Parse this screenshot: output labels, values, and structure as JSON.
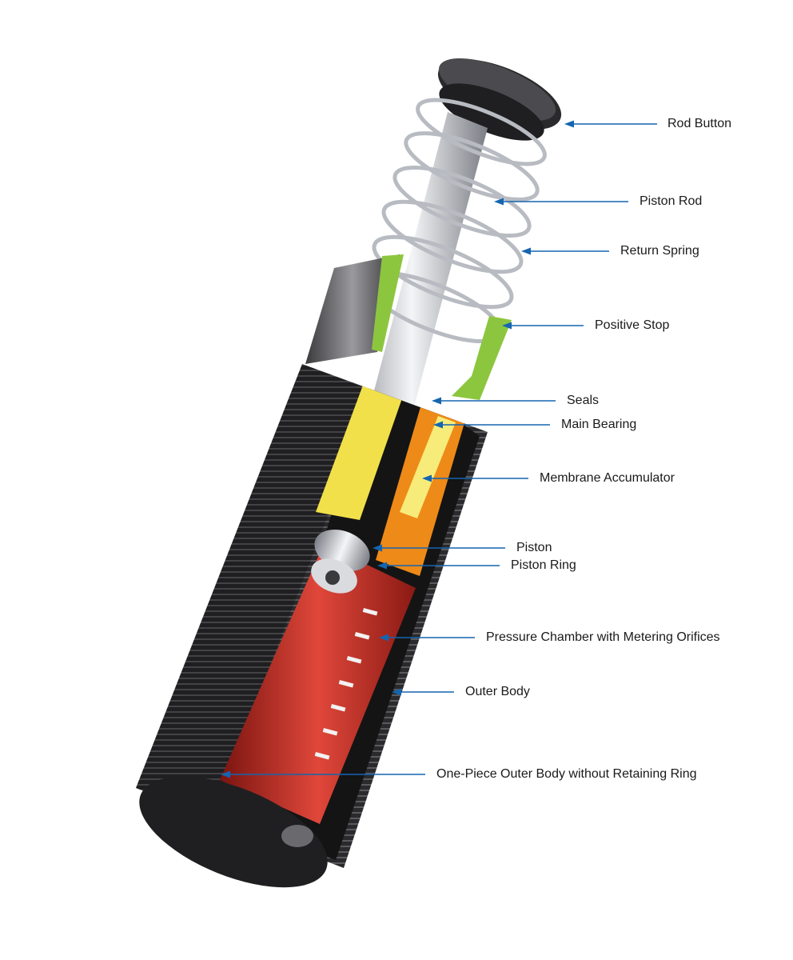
{
  "colors": {
    "leader": "#1565b0",
    "body_dark": "#2c2c2e",
    "thread": "#3a3a3c",
    "pressure_chamber": "#d8342a",
    "membrane_accumulator": "#f2e04a",
    "main_bearing": "#ee8a18",
    "positive_stop": "#8cc63f",
    "chrome": "#c9ccd1",
    "background": "#ffffff"
  },
  "callouts": [
    {
      "id": "rod-button",
      "label": "Rod Button"
    },
    {
      "id": "piston-rod",
      "label": "Piston Rod"
    },
    {
      "id": "return-spring",
      "label": "Return Spring"
    },
    {
      "id": "positive-stop",
      "label": "Positive Stop"
    },
    {
      "id": "seals",
      "label": "Seals"
    },
    {
      "id": "main-bearing",
      "label": "Main Bearing"
    },
    {
      "id": "membrane-accumulator",
      "label": "Membrane Accumulator"
    },
    {
      "id": "piston",
      "label": "Piston"
    },
    {
      "id": "piston-ring",
      "label": "Piston Ring"
    },
    {
      "id": "pressure-chamber",
      "label": "Pressure Chamber with Metering Orifices"
    },
    {
      "id": "outer-body",
      "label": "Outer Body"
    },
    {
      "id": "one-piece-outer-body",
      "label": "One-Piece Outer Body without Retaining Ring"
    }
  ]
}
